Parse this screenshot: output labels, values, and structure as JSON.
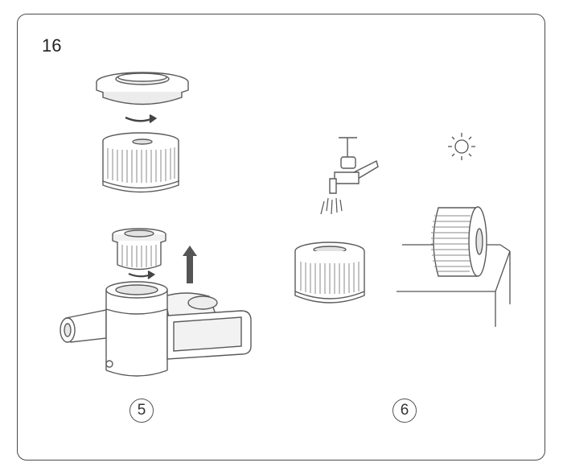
{
  "page": {
    "number": "16"
  },
  "steps": [
    {
      "label": "5"
    },
    {
      "label": "6"
    }
  ],
  "icons": {
    "filter_removal": "vacuum-filter-removal-illustration",
    "rinse": "faucet-water-icon",
    "dry": "sun-icon",
    "filter_drying": "filter-on-shelf-illustration"
  },
  "colors": {
    "line": "#5a5a5a",
    "fill": "#ffffff",
    "shade": "#d9d9d9",
    "frame": "#4a4a4a"
  }
}
